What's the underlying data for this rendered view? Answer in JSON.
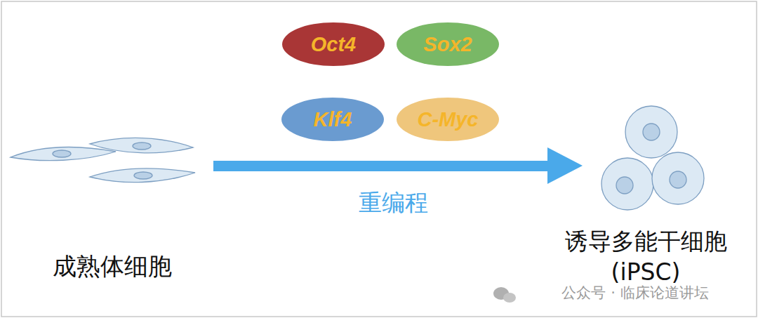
{
  "diagram": {
    "nodes": [
      {
        "text": [
          "Oct4"
        ]
      },
      {
        "text": [
          "Sox2"
        ]
      },
      {
        "text": [
          "Klf4"
        ]
      },
      {
        "text": [
          "C-Myc"
        ]
      }
    ],
    "labels": [
      "重编程",
      "成熟体细胞",
      "诱导多能干细胞 (iPSC)",
      "公众号 · 临床论道讲坛"
    ]
  }
}
